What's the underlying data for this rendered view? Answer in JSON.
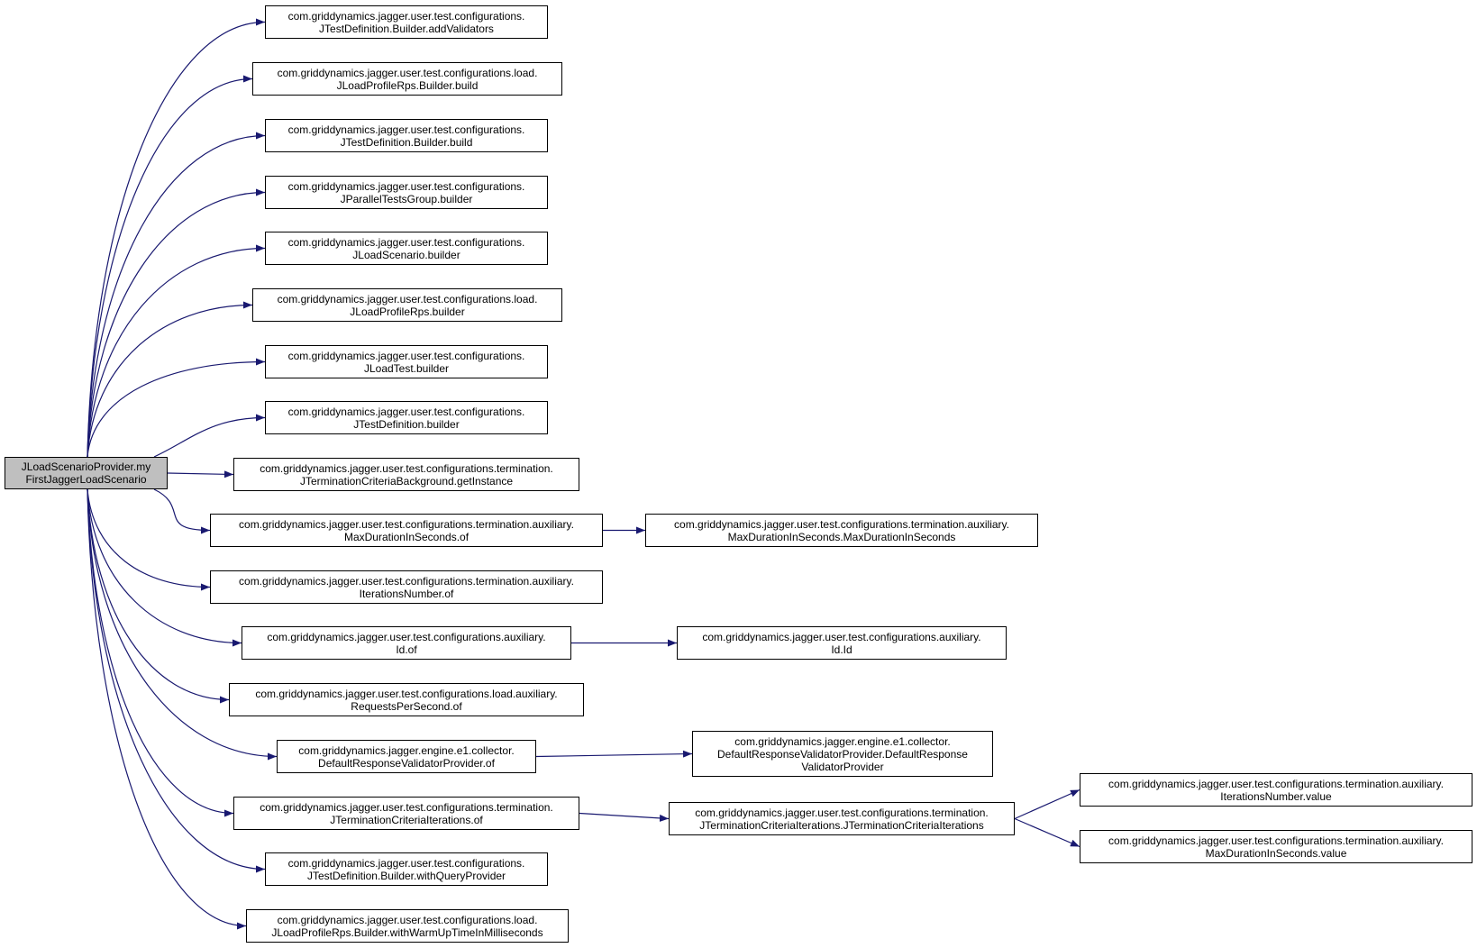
{
  "nodes": [
    {
      "id": "root",
      "lines": [
        "JLoadScenarioProvider.my",
        "FirstJaggerLoadScenario"
      ],
      "root": true
    },
    {
      "id": "n1",
      "lines": [
        "com.griddynamics.jagger.user.test.configurations.",
        "JTestDefinition.Builder.addValidators"
      ]
    },
    {
      "id": "n2",
      "lines": [
        "com.griddynamics.jagger.user.test.configurations.load.",
        "JLoadProfileRps.Builder.build"
      ]
    },
    {
      "id": "n3",
      "lines": [
        "com.griddynamics.jagger.user.test.configurations.",
        "JTestDefinition.Builder.build"
      ]
    },
    {
      "id": "n4",
      "lines": [
        "com.griddynamics.jagger.user.test.configurations.",
        "JParallelTestsGroup.builder"
      ]
    },
    {
      "id": "n5",
      "lines": [
        "com.griddynamics.jagger.user.test.configurations.",
        "JLoadScenario.builder"
      ]
    },
    {
      "id": "n6",
      "lines": [
        "com.griddynamics.jagger.user.test.configurations.load.",
        "JLoadProfileRps.builder"
      ]
    },
    {
      "id": "n7",
      "lines": [
        "com.griddynamics.jagger.user.test.configurations.",
        "JLoadTest.builder"
      ]
    },
    {
      "id": "n8",
      "lines": [
        "com.griddynamics.jagger.user.test.configurations.",
        "JTestDefinition.builder"
      ]
    },
    {
      "id": "n9",
      "lines": [
        "com.griddynamics.jagger.user.test.configurations.termination.",
        "JTerminationCriteriaBackground.getInstance"
      ]
    },
    {
      "id": "n10",
      "lines": [
        "com.griddynamics.jagger.user.test.configurations.termination.auxiliary.",
        "MaxDurationInSeconds.of"
      ]
    },
    {
      "id": "n10b",
      "lines": [
        "com.griddynamics.jagger.user.test.configurations.termination.auxiliary.",
        "MaxDurationInSeconds.MaxDurationInSeconds"
      ]
    },
    {
      "id": "n11",
      "lines": [
        "com.griddynamics.jagger.user.test.configurations.termination.auxiliary.",
        "IterationsNumber.of"
      ]
    },
    {
      "id": "n12",
      "lines": [
        "com.griddynamics.jagger.user.test.configurations.auxiliary.",
        "Id.of"
      ]
    },
    {
      "id": "n12b",
      "lines": [
        "com.griddynamics.jagger.user.test.configurations.auxiliary.",
        "Id.Id"
      ]
    },
    {
      "id": "n13",
      "lines": [
        "com.griddynamics.jagger.user.test.configurations.load.auxiliary.",
        "RequestsPerSecond.of"
      ]
    },
    {
      "id": "n14",
      "lines": [
        "com.griddynamics.jagger.engine.e1.collector.",
        "DefaultResponseValidatorProvider.of"
      ]
    },
    {
      "id": "n14b",
      "lines": [
        "com.griddynamics.jagger.engine.e1.collector.",
        "DefaultResponseValidatorProvider.DefaultResponse",
        "ValidatorProvider"
      ]
    },
    {
      "id": "n15",
      "lines": [
        "com.griddynamics.jagger.user.test.configurations.termination.",
        "JTerminationCriteriaIterations.of"
      ]
    },
    {
      "id": "n15b",
      "lines": [
        "com.griddynamics.jagger.user.test.configurations.termination.",
        "JTerminationCriteriaIterations.JTerminationCriteriaIterations"
      ]
    },
    {
      "id": "n15c",
      "lines": [
        "com.griddynamics.jagger.user.test.configurations.termination.auxiliary.",
        "IterationsNumber.value"
      ]
    },
    {
      "id": "n15d",
      "lines": [
        "com.griddynamics.jagger.user.test.configurations.termination.auxiliary.",
        "MaxDurationInSeconds.value"
      ]
    },
    {
      "id": "n16",
      "lines": [
        "com.griddynamics.jagger.user.test.configurations.",
        "JTestDefinition.Builder.withQueryProvider"
      ]
    },
    {
      "id": "n17",
      "lines": [
        "com.griddynamics.jagger.user.test.configurations.load.",
        "JLoadProfileRps.Builder.withWarmUpTimeInMilliseconds"
      ]
    }
  ],
  "edges": [
    [
      "root",
      "n1"
    ],
    [
      "root",
      "n2"
    ],
    [
      "root",
      "n3"
    ],
    [
      "root",
      "n4"
    ],
    [
      "root",
      "n5"
    ],
    [
      "root",
      "n6"
    ],
    [
      "root",
      "n7"
    ],
    [
      "root",
      "n8"
    ],
    [
      "root",
      "n9"
    ],
    [
      "root",
      "n10"
    ],
    [
      "root",
      "n11"
    ],
    [
      "root",
      "n12"
    ],
    [
      "root",
      "n13"
    ],
    [
      "root",
      "n14"
    ],
    [
      "root",
      "n15"
    ],
    [
      "root",
      "n16"
    ],
    [
      "root",
      "n17"
    ],
    [
      "n10",
      "n10b"
    ],
    [
      "n12",
      "n12b"
    ],
    [
      "n14",
      "n14b"
    ],
    [
      "n15",
      "n15b"
    ],
    [
      "n15b",
      "n15c"
    ],
    [
      "n15b",
      "n15d"
    ]
  ],
  "colors": {
    "edge": "#191970",
    "root_fill": "#bfbfbf",
    "node_border": "#000000"
  }
}
